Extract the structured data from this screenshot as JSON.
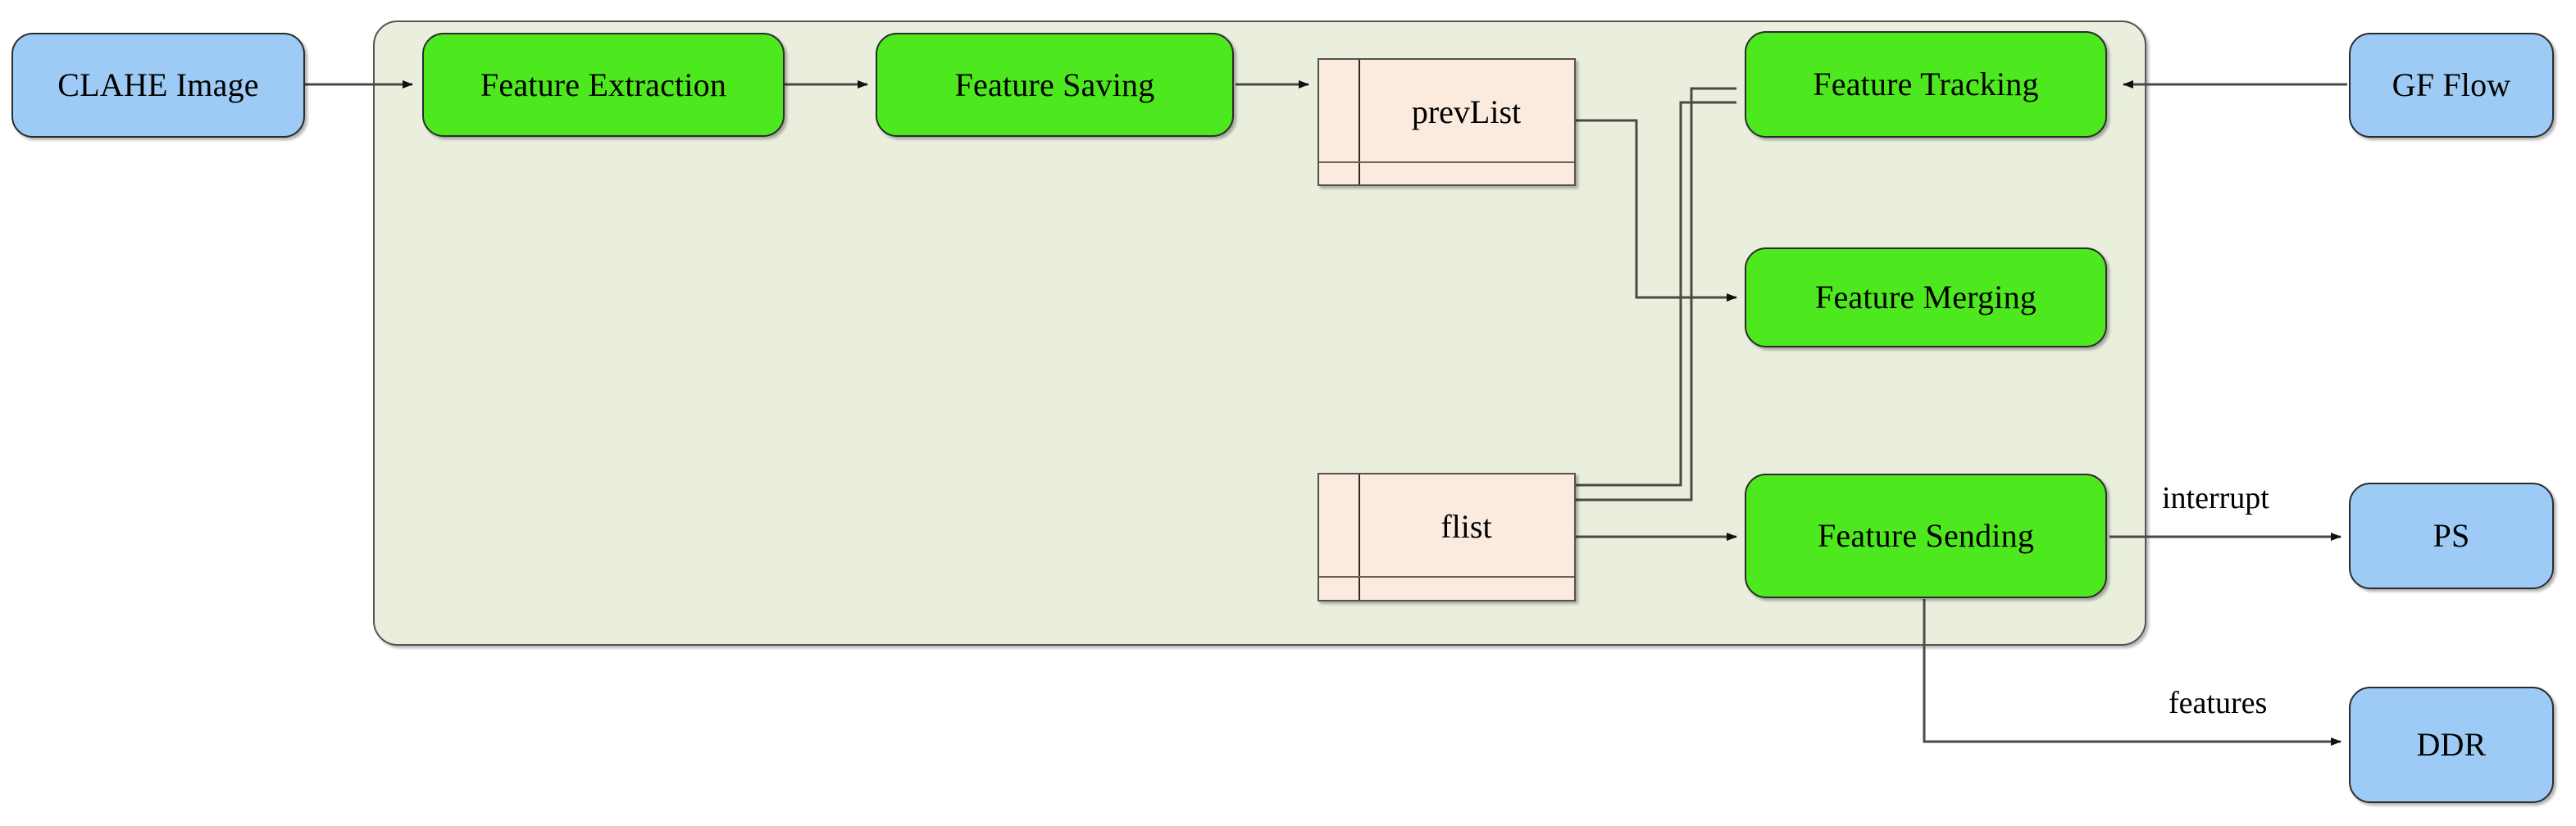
{
  "diagram": {
    "title": "Feature processing pipeline block diagram",
    "colors": {
      "external_node_fill": "#9dcbf5",
      "process_node_fill": "#4ee81e",
      "group_fill": "#e9eedd",
      "list_fill": "#fbeade",
      "edge_stroke": "#4a4a44",
      "border_stroke": "#2b2b2b"
    },
    "external_nodes": [
      {
        "id": "clahe",
        "label": "CLAHE Image"
      },
      {
        "id": "gfflow",
        "label": "GF Flow"
      },
      {
        "id": "ps",
        "label": "PS"
      },
      {
        "id": "ddr",
        "label": "DDR"
      }
    ],
    "process_nodes": [
      {
        "id": "feature_extraction",
        "label": "Feature Extraction"
      },
      {
        "id": "feature_saving",
        "label": "Feature Saving"
      },
      {
        "id": "feature_tracking",
        "label": "Feature Tracking"
      },
      {
        "id": "feature_merging",
        "label": "Feature Merging"
      },
      {
        "id": "feature_sending",
        "label": "Feature Sending"
      }
    ],
    "list_nodes": [
      {
        "id": "prevlist",
        "label": "prevList"
      },
      {
        "id": "flist",
        "label": "flist"
      }
    ],
    "edge_labels": [
      {
        "id": "interrupt",
        "label": "interrupt"
      },
      {
        "id": "features",
        "label": "features"
      }
    ],
    "edges": [
      {
        "from": "clahe",
        "to": "feature_extraction",
        "label": ""
      },
      {
        "from": "feature_extraction",
        "to": "feature_saving",
        "label": ""
      },
      {
        "from": "feature_saving",
        "to": "prevlist",
        "label": ""
      },
      {
        "from": "prevlist",
        "to": "feature_merging",
        "label": ""
      },
      {
        "from": "flist",
        "to": "feature_tracking",
        "label": ""
      },
      {
        "from": "flist",
        "to": "feature_tracking",
        "label": ""
      },
      {
        "from": "flist",
        "to": "feature_sending",
        "label": ""
      },
      {
        "from": "gfflow",
        "to": "feature_tracking",
        "label": ""
      },
      {
        "from": "feature_sending",
        "to": "ps",
        "label": "interrupt"
      },
      {
        "from": "feature_sending",
        "to": "ddr",
        "label": "features"
      }
    ]
  }
}
